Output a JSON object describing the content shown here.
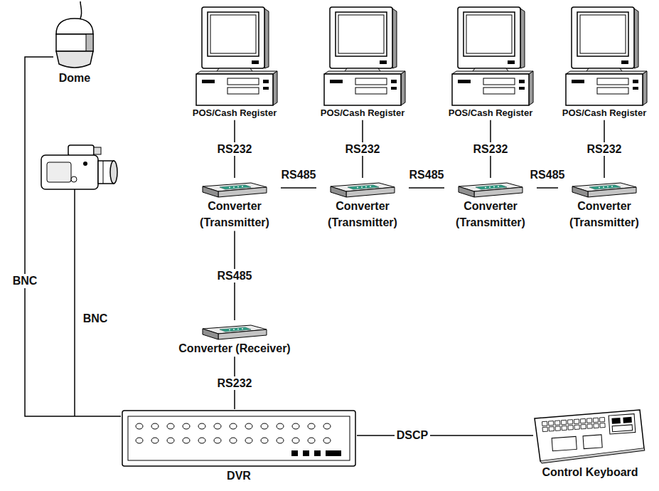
{
  "diagram": {
    "nodes": [
      {
        "text": [
          "Dome"
        ]
      },
      {
        "text": [
          "POS/Cash Register"
        ]
      },
      {
        "text": [
          "POS/Cash Register"
        ]
      },
      {
        "text": [
          "POS/Cash Register"
        ]
      },
      {
        "text": [
          "POS/Cash Register"
        ]
      },
      {
        "text": [
          "Converter (Transmitter)"
        ]
      },
      {
        "text": [
          "Converter (Transmitter)"
        ]
      },
      {
        "text": [
          "Converter (Transmitter)"
        ]
      },
      {
        "text": [
          "Converter (Transmitter)"
        ]
      },
      {
        "text": [
          "Converter (Receiver)"
        ]
      },
      {
        "text": [
          "DVR"
        ]
      },
      {
        "text": [
          "Control Keyboard"
        ]
      }
    ],
    "edges": [
      {
        "from": 1,
        "to": 5,
        "label": "RS232",
        "arrow": "none"
      },
      {
        "from": 2,
        "to": 6,
        "label": "RS232",
        "arrow": "none"
      },
      {
        "from": 3,
        "to": 7,
        "label": "RS232",
        "arrow": "none"
      },
      {
        "from": 4,
        "to": 8,
        "label": "RS232",
        "arrow": "none"
      },
      {
        "from": 5,
        "to": 6,
        "label": "RS485",
        "arrow": "none"
      },
      {
        "from": 6,
        "to": 7,
        "label": "RS485",
        "arrow": "none"
      },
      {
        "from": 7,
        "to": 8,
        "label": "RS485",
        "arrow": "none"
      },
      {
        "from": 5,
        "to": 9,
        "label": "RS485",
        "arrow": "none"
      },
      {
        "from": 9,
        "to": 10,
        "label": "RS232",
        "arrow": "none"
      },
      {
        "from": 10,
        "to": 11,
        "label": "DSCP",
        "arrow": "none"
      },
      {
        "from": 0,
        "to": 10,
        "label": "BNC",
        "arrow": "none"
      }
    ],
    "labels": [
      "BNC"
    ]
  }
}
